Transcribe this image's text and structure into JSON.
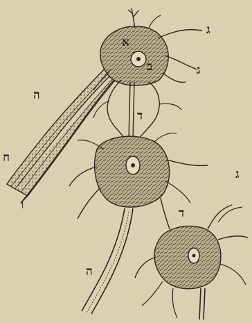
{
  "figure": {
    "background_color": "#d9d1b2",
    "ink_color": "#2b2720",
    "cell_fill_color": "#b9ae8c",
    "labels": {
      "alef": "א",
      "bet": "ב",
      "gimel": "ג",
      "dalet": "ד",
      "he": "ה",
      "vav": "ו",
      "het": "ח"
    }
  }
}
